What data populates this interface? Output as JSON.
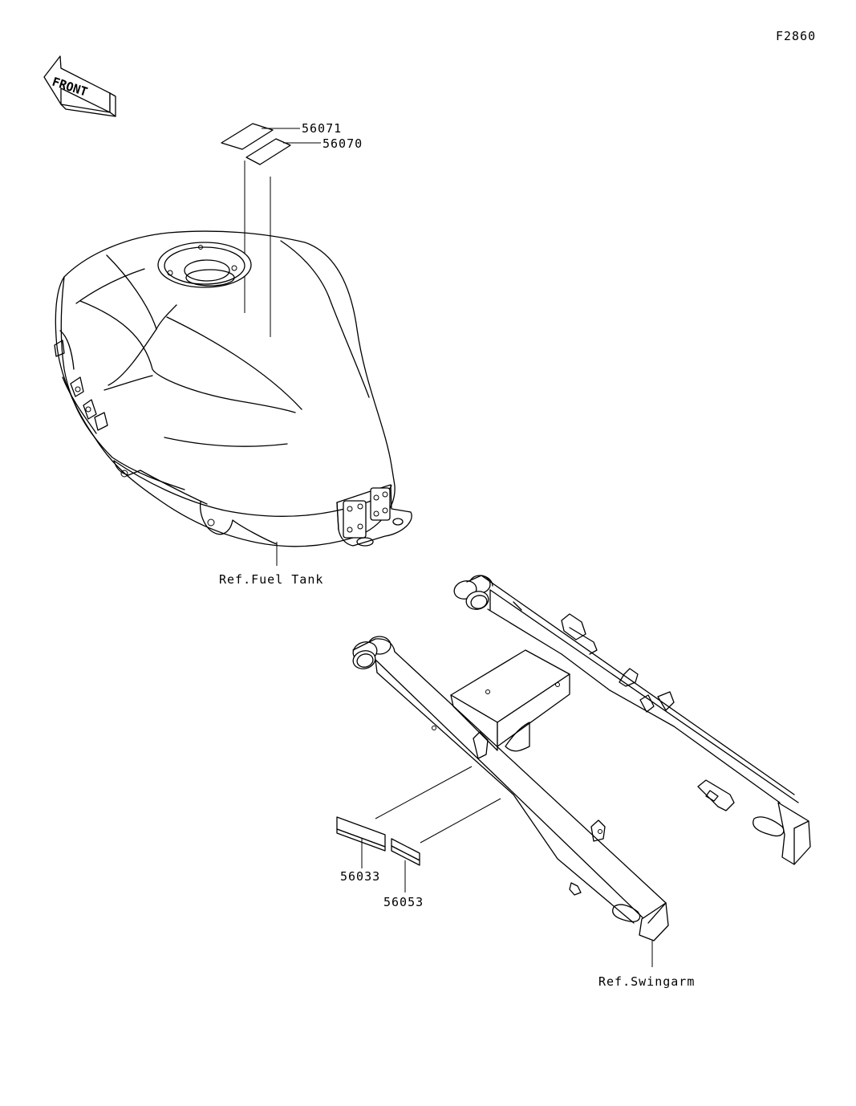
{
  "diagram_code": "F2860",
  "front_label": "FRONT",
  "parts": [
    {
      "number": "56071"
    },
    {
      "number": "56070"
    },
    {
      "number": "56033"
    },
    {
      "number": "56053"
    }
  ],
  "references": [
    {
      "label": "Ref.Fuel Tank"
    },
    {
      "label": "Ref.Swingarm"
    }
  ]
}
